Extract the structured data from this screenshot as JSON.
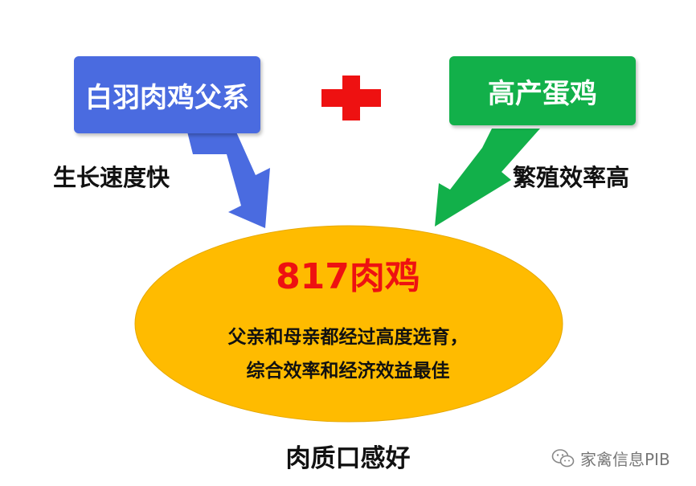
{
  "left_parent": {
    "label": "白羽肉鸡父系",
    "trait": "生长速度快",
    "color": "#4a6be0"
  },
  "right_parent": {
    "label": "高产蛋鸡",
    "trait": "繁殖效率高",
    "color": "#12b04a"
  },
  "plus_icon": {
    "icon": "plus-icon",
    "color": "#ee1111"
  },
  "result": {
    "title": "817肉鸡",
    "line1": "父亲和母亲都经过高度选育，",
    "line2": "综合效率和经济效益最佳",
    "color": "#ffbb00"
  },
  "bottom_label": "肉质口感好",
  "watermark": {
    "text": "家禽信息PIB",
    "icon": "wechat-icon"
  }
}
